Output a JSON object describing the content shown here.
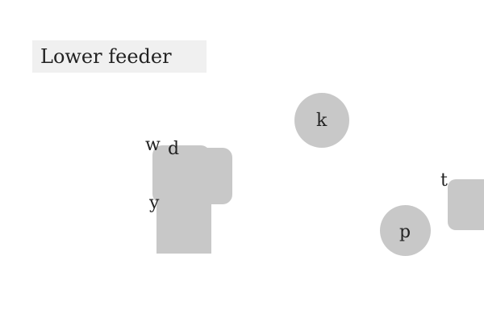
{
  "title": "Lower feeder",
  "objects": [
    {
      "id": "k",
      "shape": "circle"
    },
    {
      "id": "p",
      "shape": "circle"
    },
    {
      "id": "w",
      "shape": "rounded-square"
    },
    {
      "id": "d",
      "shape": "rounded-square"
    },
    {
      "id": "y",
      "shape": "square"
    },
    {
      "id": "t",
      "shape": "rounded-square"
    }
  ],
  "colors": {
    "background": "#ffffff",
    "title_bar": "#f0f0f0",
    "object_fill": "#c8c8c8",
    "text": "#222222"
  }
}
